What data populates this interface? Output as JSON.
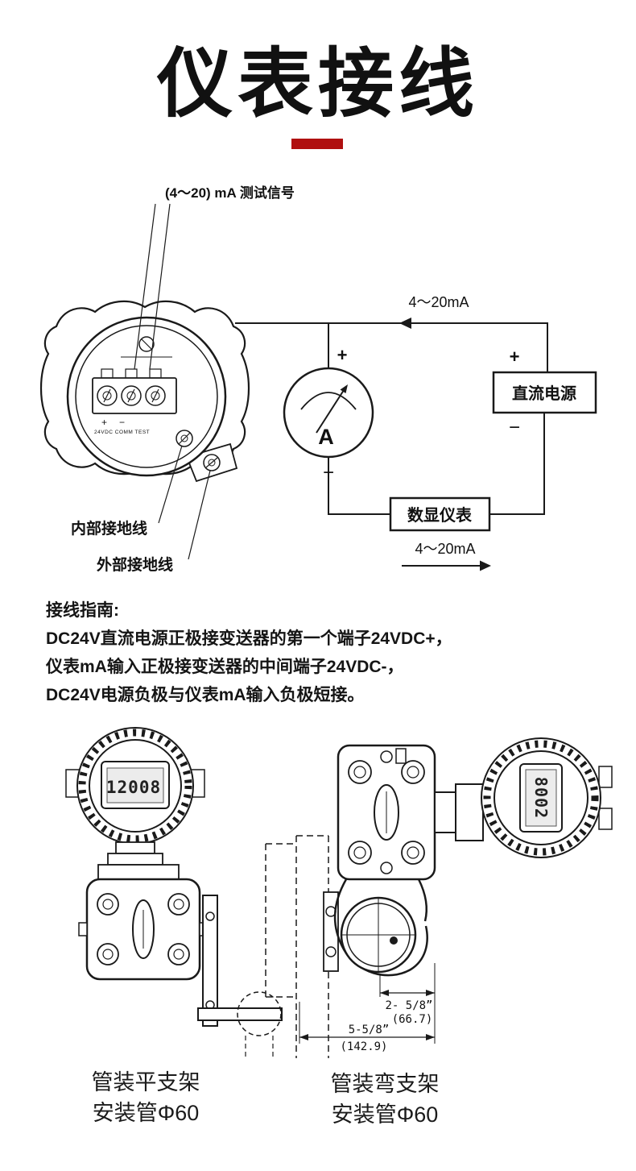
{
  "page": {
    "title": "仪表接线"
  },
  "colors": {
    "accent_red": "#b01010",
    "ink": "#1a1a1a"
  },
  "wiring_diagram": {
    "test_signal_label": "(4～20) mA 测试信号",
    "current_label_top": "4～20mA",
    "current_label_bottom": "4～20mA",
    "plus": "+",
    "minus": "−",
    "ammeter_letter": "A",
    "dc_power_label": "直流电源",
    "digital_meter_label": "数显仪表",
    "internal_ground_label": "内部接地线",
    "external_ground_label": "外部接地线",
    "terminal_marking": "24VDC COMM TEST"
  },
  "wiring_guide": {
    "heading": "接线指南:",
    "line1": "DC24V直流电源正极接变送器的第一个端子24VDC+，",
    "line2": "仪表mA输入正极接变送器的中间端子24VDC-，",
    "line3": "DC24V电源负极与仪表mA输入负极短接。"
  },
  "mounting": {
    "left_display_value": "12008",
    "right_display_value": "8002",
    "small_dim_inch": "2- 5/8”",
    "small_dim_mm": "(66.7)",
    "large_dim_inch": "5-5/8”",
    "large_dim_mm": "(142.9)",
    "left_caption_line1": "管装平支架",
    "left_caption_line2": "安装管Φ60",
    "right_caption_line1": "管装弯支架",
    "right_caption_line2": "安装管Φ60"
  }
}
